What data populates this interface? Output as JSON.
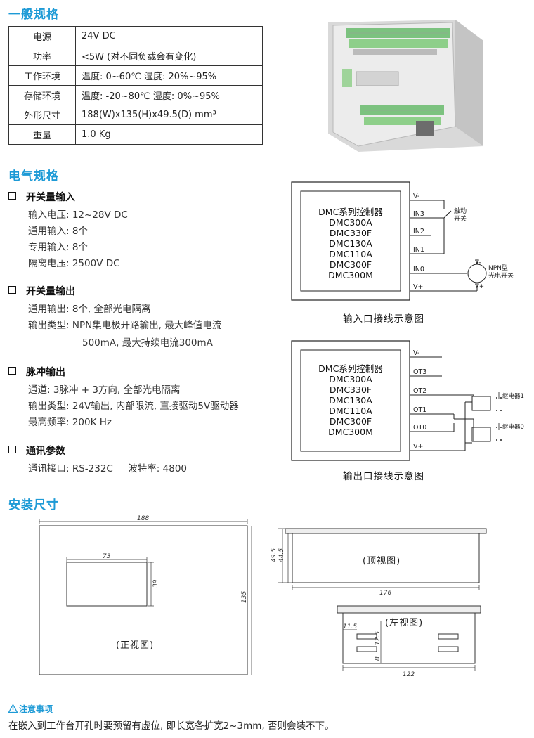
{
  "general": {
    "title": "一般规格",
    "rows": [
      {
        "k": "电源",
        "v": "24V DC"
      },
      {
        "k": "功率",
        "v": "<5W (对不同负载会有变化)"
      },
      {
        "k": "工作环境",
        "v": "温度: 0~60℃ 湿度: 20%~95%"
      },
      {
        "k": "存储环境",
        "v": "温度: -20~80℃ 湿度: 0%~95%"
      },
      {
        "k": "外形尺寸",
        "v": "188(W)x135(H)x49.5(D) mm³"
      },
      {
        "k": "重量",
        "v": "1.0 Kg"
      }
    ]
  },
  "electrical": {
    "title": "电气规格",
    "groups": [
      {
        "title": "开关量输入",
        "lines": [
          "输入电压: 12~28V DC",
          "通用输入: 8个",
          "专用输入: 8个",
          "隔离电压: 2500V DC"
        ]
      },
      {
        "title": "开关量输出",
        "lines": [
          "通用输出: 8个, 全部光电隔离",
          "输出类型: NPN集电极开路输出, 最大峰值电流",
          "500mA, 最大持续电流300mA"
        ]
      },
      {
        "title": "脉冲输出",
        "lines": [
          "通道: 3脉冲 + 3方向, 全部光电隔离",
          "输出类型: 24V输出, 内部限流, 直接驱动5V驱动器",
          "最高频率: 200K Hz"
        ]
      },
      {
        "title": "通讯参数",
        "lines": [
          "通讯接口: RS-232C     波特率: 4800"
        ]
      }
    ]
  },
  "controller_models": [
    "DMC系列控制器",
    "DMC300A",
    "DMC330F",
    "DMC130A",
    "DMC110A",
    "DMC300F",
    "DMC300M"
  ],
  "input_diagram": {
    "caption": "输入口接线示意图",
    "pins": [
      "V-",
      "IN3",
      "IN2",
      "IN1",
      "IN0",
      "V+"
    ],
    "switch_label": [
      "触动",
      "开关"
    ],
    "sensor_label": [
      "NPN型",
      "光电开关"
    ],
    "sensor_vminus": "V-",
    "sensor_vplus": "V+"
  },
  "output_diagram": {
    "caption": "输出口接线示意图",
    "pins": [
      "V-",
      "OT3",
      "OT2",
      "OT1",
      "OT0",
      "V+"
    ],
    "relay1": "继电器1",
    "relay0": "继电器0"
  },
  "install": {
    "title": "安装尺寸",
    "front": {
      "width": "188",
      "height": "135",
      "cut_w": "73",
      "cut_h": "39",
      "label": "(正视图)"
    },
    "top": {
      "depth1": "49.5",
      "depth2": "44.5",
      "width": "176",
      "label": "(顶视图)"
    },
    "left": {
      "d1": "11.5",
      "d2": "12.5",
      "d3": "8",
      "width": "122",
      "label": "(左视图)"
    }
  },
  "notice": {
    "title": "注意事项",
    "text": "在嵌入到工作台开孔时要预留有虚位, 即长宽各扩宽2~3mm, 否则会装不下。"
  }
}
